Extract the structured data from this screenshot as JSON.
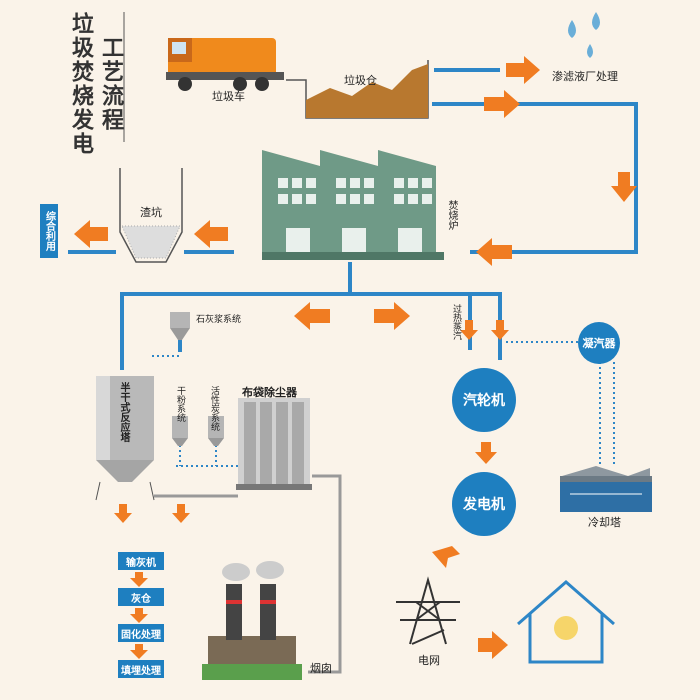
{
  "title": {
    "col1": "垃圾焚烧发电",
    "col2": "工艺流程"
  },
  "labels": {
    "truck": "垃圾车",
    "pit": "垃圾仓",
    "leachate": "渗滤液厂处理",
    "incinerator": "焚烧炉",
    "slag_pit": "渣坑",
    "comprehensive_use": "综合利用",
    "lime_system": "石灰浆系统",
    "reactor": "半干式反应塔",
    "dry_powder": "干粉系统",
    "activated_carbon": "活性炭系统",
    "baghouse": "布袋除尘器",
    "superheated_steam": "过热蒸汽",
    "condenser": "凝汽器",
    "turbine": "汽轮机",
    "generator": "发电机",
    "cooling_tower": "冷却塔",
    "power_grid": "电网",
    "chimney": "烟囱"
  },
  "ash_steps": [
    "输灰机",
    "灰仓",
    "固化处理",
    "填埋处理"
  ],
  "colors": {
    "pipe": "#2d86c7",
    "arrow": "#f07c22",
    "node": "#1e7fc0",
    "building": "#6f9a87"
  }
}
